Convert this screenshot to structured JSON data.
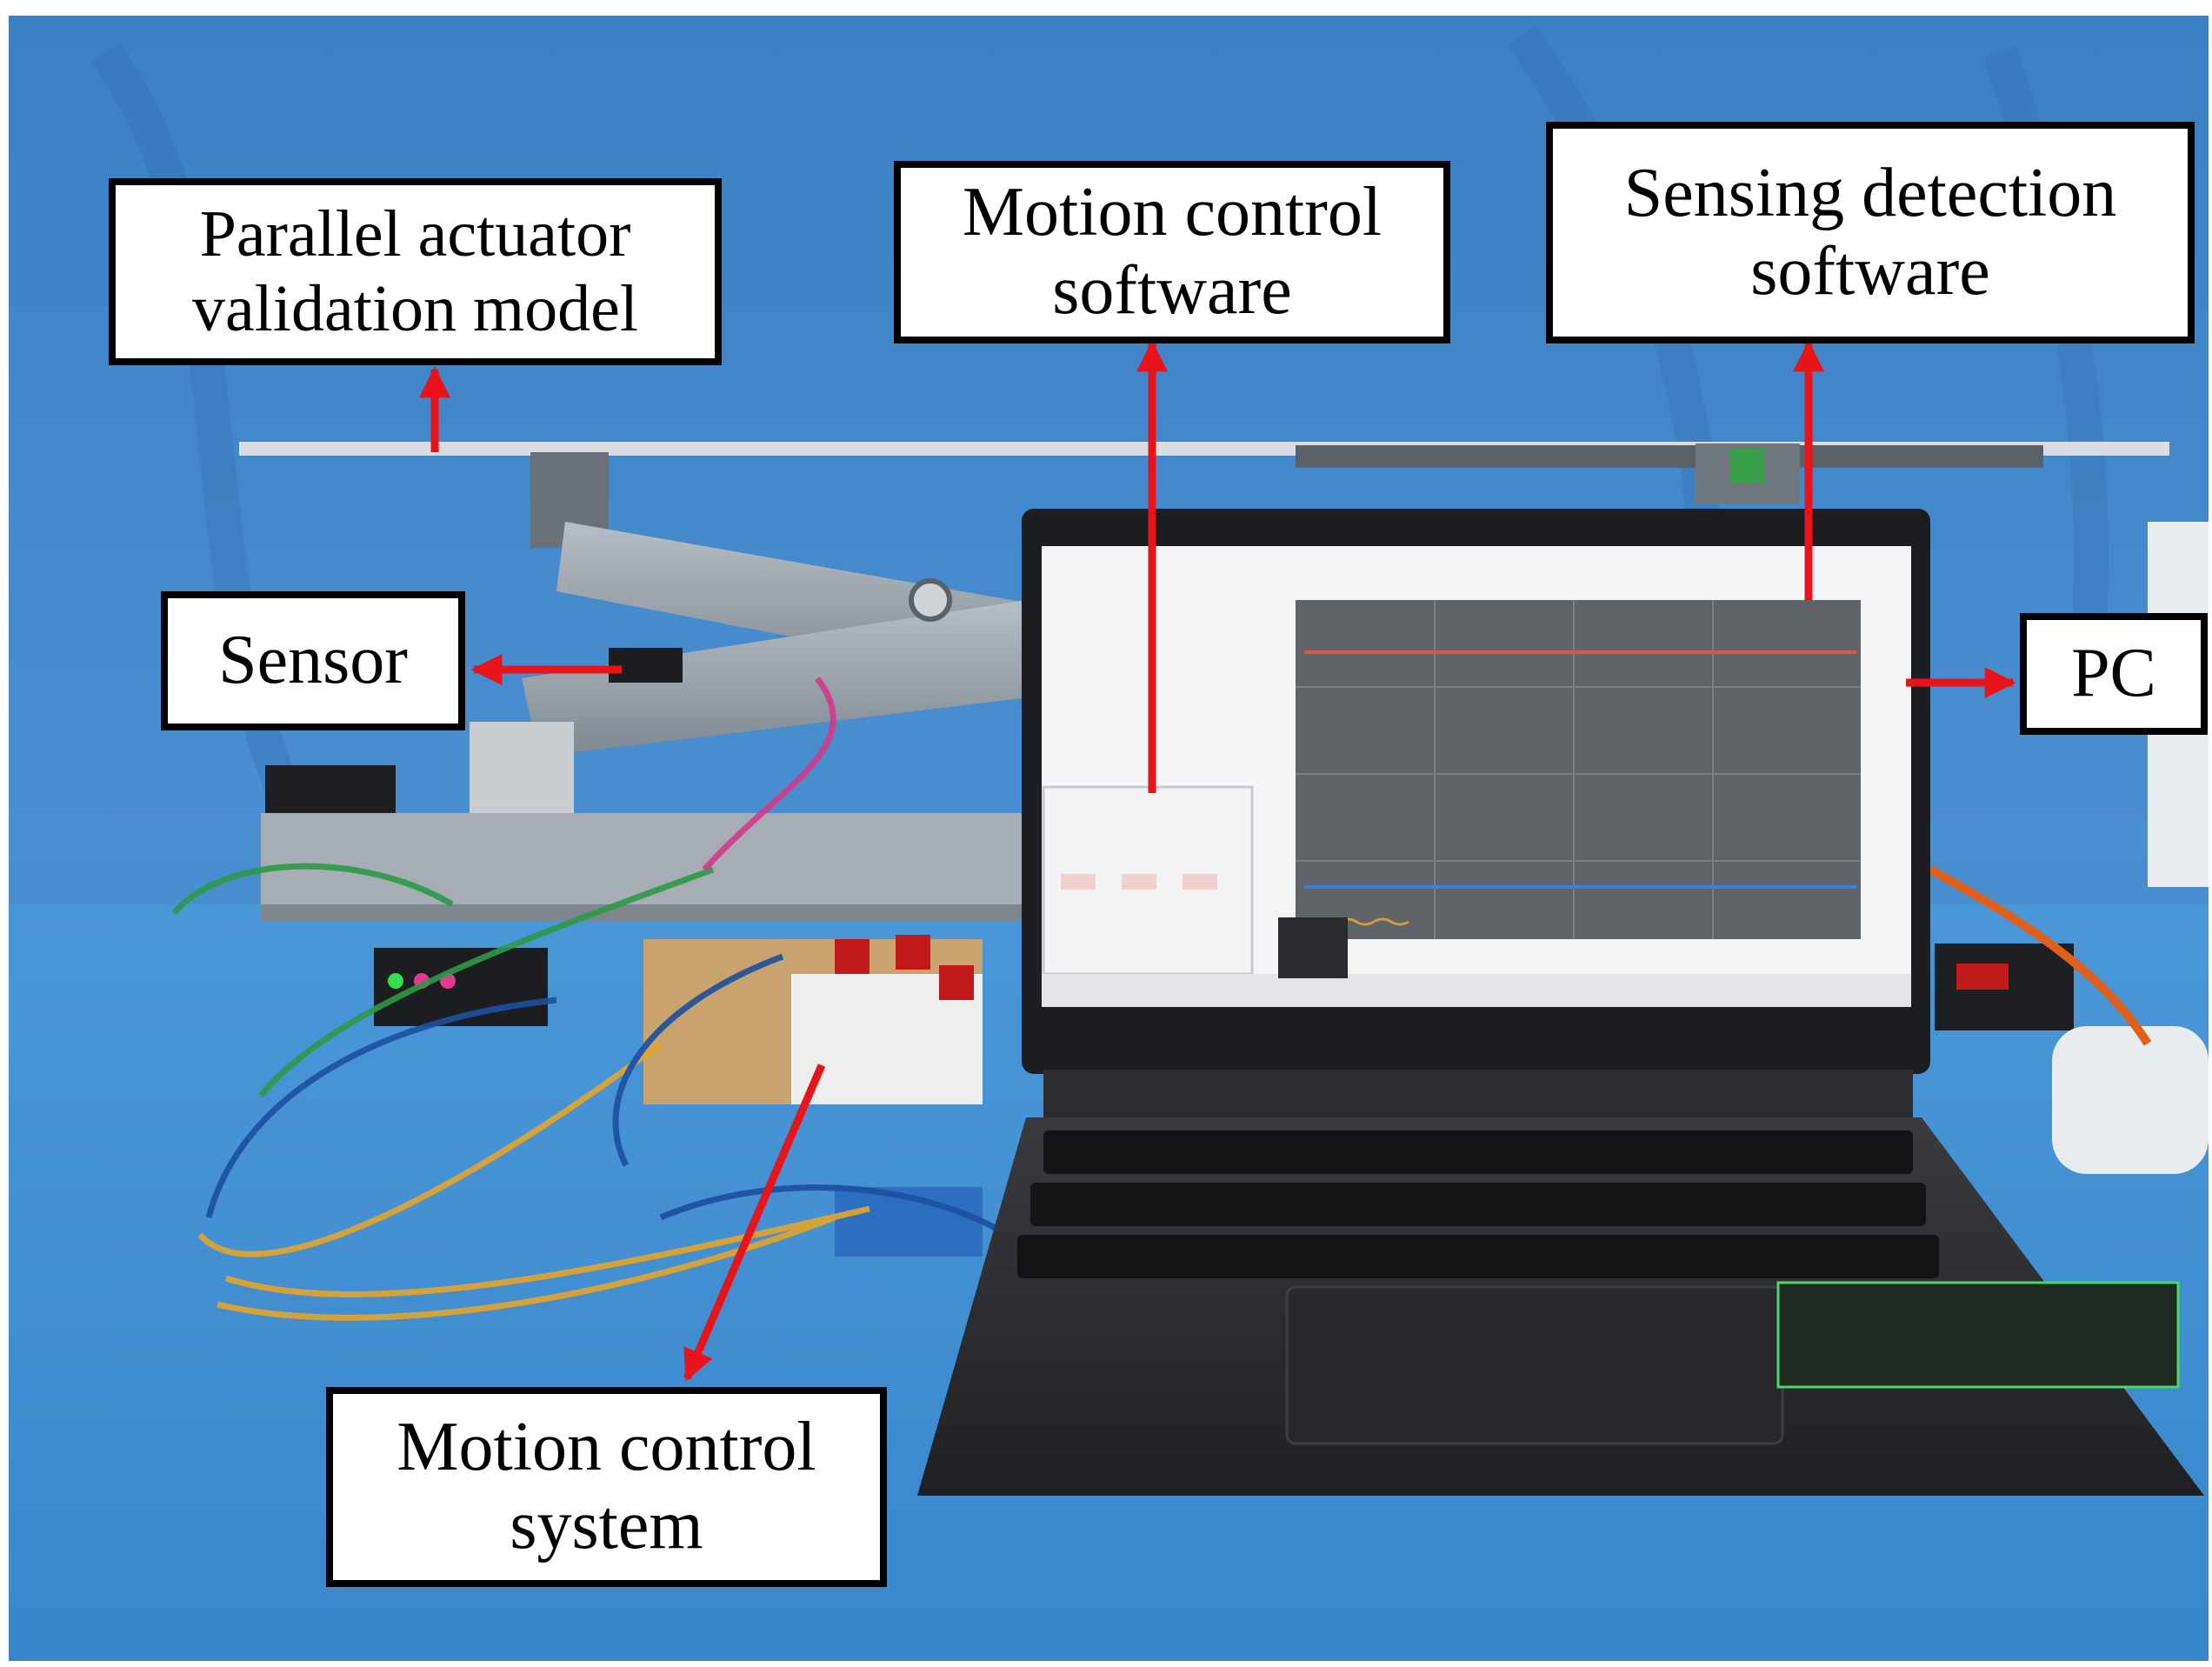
{
  "labels": {
    "parallel_actuator": "Parallel actuator validation model",
    "motion_control_software": "Motion control software",
    "sensing_detection_software": "Sensing detection software",
    "sensor": "Sensor",
    "pc": "PC",
    "motion_control_system": "Motion control system"
  },
  "colors": {
    "backdrop": "#3f86c9",
    "table_cloth": "#4a95d6",
    "arrow": "#e8141a",
    "frame": "#9aa3ab",
    "laptop_body": "#2a2b2e",
    "screen_plot": "#5f6468",
    "plot_line_top": "#d8574a",
    "plot_line_bottom": "#3b7fd8",
    "plot_line_orange": "#d89a3a"
  }
}
